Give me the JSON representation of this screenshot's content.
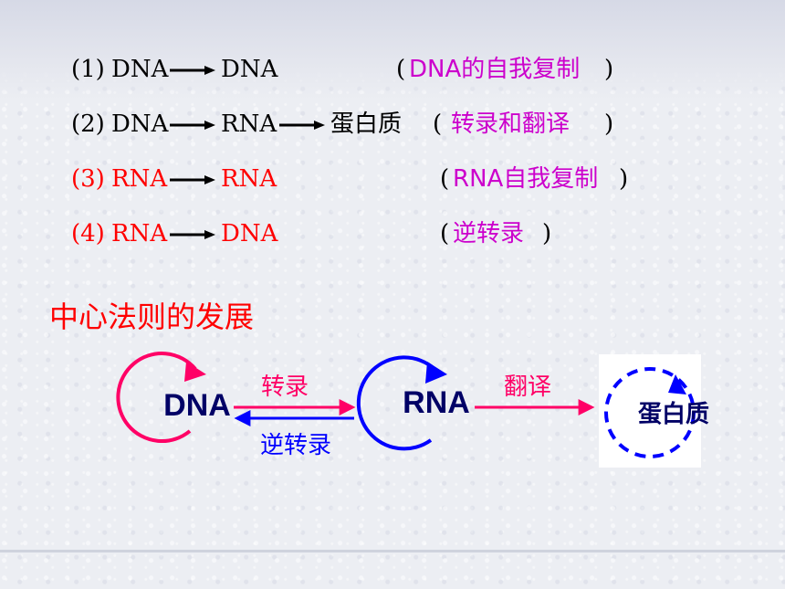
{
  "rows": [
    {
      "num": "(1)",
      "from": "DNA",
      "to": "DNA",
      "mid": "",
      "note_open": "(",
      "note": "DNA的自我复制",
      "note_close": ")"
    },
    {
      "num": "(2)",
      "from": "DNA",
      "to": "RNA",
      "mid": "蛋白质",
      "note_open": "(",
      "note": "转录和翻译",
      "note_close": ")"
    },
    {
      "num": "(3)",
      "from": "RNA",
      "to": "RNA",
      "mid": "",
      "note_open": "(",
      "note": "RNA自我复制",
      "note_close": ")"
    },
    {
      "num": "(4)",
      "from": "RNA",
      "to": "DNA",
      "mid": "",
      "note_open": "(",
      "note": "逆转录",
      "note_close": ")"
    }
  ],
  "heading": "中心法则的发展",
  "diagram": {
    "dna": "DNA",
    "rna": "RNA",
    "protein": "蛋白质",
    "transcription": "转录",
    "reverse_transcription": "逆转录",
    "translation": "翻译"
  },
  "colors": {
    "red": "#ff0000",
    "magenta": "#cc00cc",
    "crimson": "#ff0066",
    "blue": "#0000ff",
    "navy": "#000066"
  }
}
